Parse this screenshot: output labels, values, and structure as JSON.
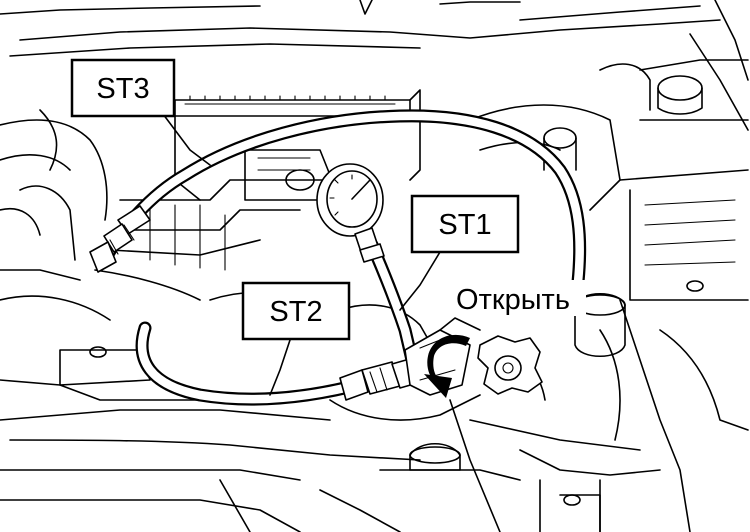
{
  "labels": {
    "st1": "ST1",
    "st2": "ST2",
    "st3": "ST3",
    "open": "Открыть"
  },
  "colors": {
    "line": "#000000",
    "background": "#ffffff"
  }
}
